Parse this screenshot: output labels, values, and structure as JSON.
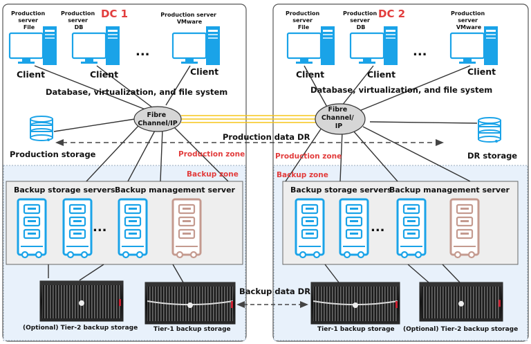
{
  "dc1": {
    "title": "DC 1",
    "servers": [
      {
        "label_lines": [
          "Production",
          "server",
          "File"
        ],
        "client": "Client"
      },
      {
        "label_lines": [
          "Production",
          "server",
          "DB"
        ],
        "client": "Client"
      },
      {
        "label_lines": [
          "Production server",
          "VMware"
        ],
        "client": "Client"
      }
    ],
    "ellipsis": "...",
    "layer_caption": "Database, virtualization, and file system",
    "switch_lines": [
      "Fibre",
      "Channel/IP"
    ],
    "storage_label": "Production storage",
    "production_zone": "Production zone",
    "backup_zone": "Backup zone",
    "backup_storage_servers": "Backup storage servers",
    "backup_management_server": "Backup management server",
    "tier2_label": "(Optional) Tier-2 backup storage",
    "tier1_label": "Tier-1 backup storage"
  },
  "dc2": {
    "title": "DC 2",
    "servers": [
      {
        "label_lines": [
          "Production",
          "server",
          "File"
        ],
        "client": "Client"
      },
      {
        "label_lines": [
          "Production",
          "server",
          "DB"
        ],
        "client": "Client"
      },
      {
        "label_lines": [
          "Production",
          "server",
          "VMware"
        ],
        "client": "Client"
      }
    ],
    "ellipsis": "...",
    "layer_caption": "Database, virtualization, and file system",
    "switch_lines": [
      "Fibre",
      "Channel/",
      "IP"
    ],
    "storage_label": "DR storage",
    "production_zone": "Production zone",
    "backup_zone": "Backup zone",
    "backup_storage_servers": "Backup storage servers",
    "backup_management_server": "Backup management server",
    "tier1_label": "Tier-1 backup storage",
    "tier2_label": "(Optional) Tier-2 backup storage"
  },
  "links": {
    "production_dr": "Production data DR",
    "backup_dr": "Backup data DR"
  },
  "colors": {
    "accent_red": "#e23c3c",
    "server_blue": "#1aa3e8",
    "mgmt_brown": "#c49a8f",
    "zone_fill": "#e8f1fb",
    "inner_fill": "#eeeeee",
    "switch_fill": "#d6d6d6",
    "link_yellow": "#f5c518"
  }
}
